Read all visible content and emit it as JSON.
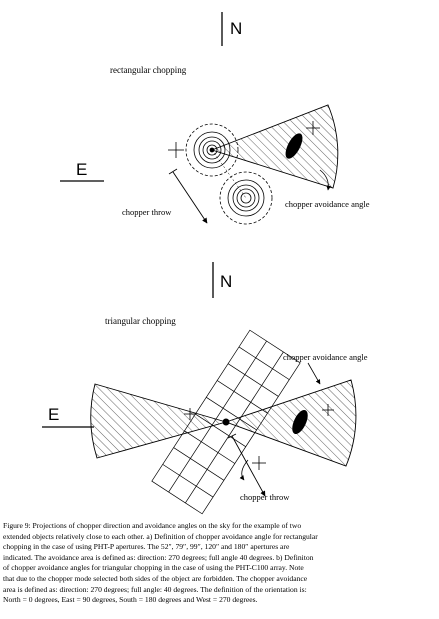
{
  "panel_a": {
    "north_label": "N",
    "east_label": "E",
    "mode_label": "rectangular chopping",
    "throw_label": "chopper throw",
    "avoid_label": "chopper avoidance angle"
  },
  "panel_b": {
    "north_label": "N",
    "east_label": "E",
    "mode_label": "triangular chopping",
    "throw_label": "chopper throw",
    "avoid_label": "chopper avoidance angle"
  },
  "caption": {
    "lines": [
      "Figure 9: Projections of chopper direction and avoidance angles on the sky for the example of two",
      "extended objects relatively close to each other. a) Definition of chopper avoidance angle for rectangular",
      "chopping in the case of using PHT-P apertures. The 52″, 79″, 99″, 120″ and 180″ apertures are",
      "indicated. The avoidance area is defined as: direction: 270 degrees; full angle 40 degrees. b) Definiton",
      "of chopper avoidance angles for triangular chopping in the case of using the PHT-C100 array. Note",
      "that due to the chopper mode selected both sides of the object are forbidden. The chopper avoidance",
      "area is defined as: direction: 270 degrees; full angle: 40 degrees. The definition of the orientation is:",
      "North = 0 degrees, East = 90 degrees, South = 180 degrees and West = 270 degrees."
    ]
  }
}
